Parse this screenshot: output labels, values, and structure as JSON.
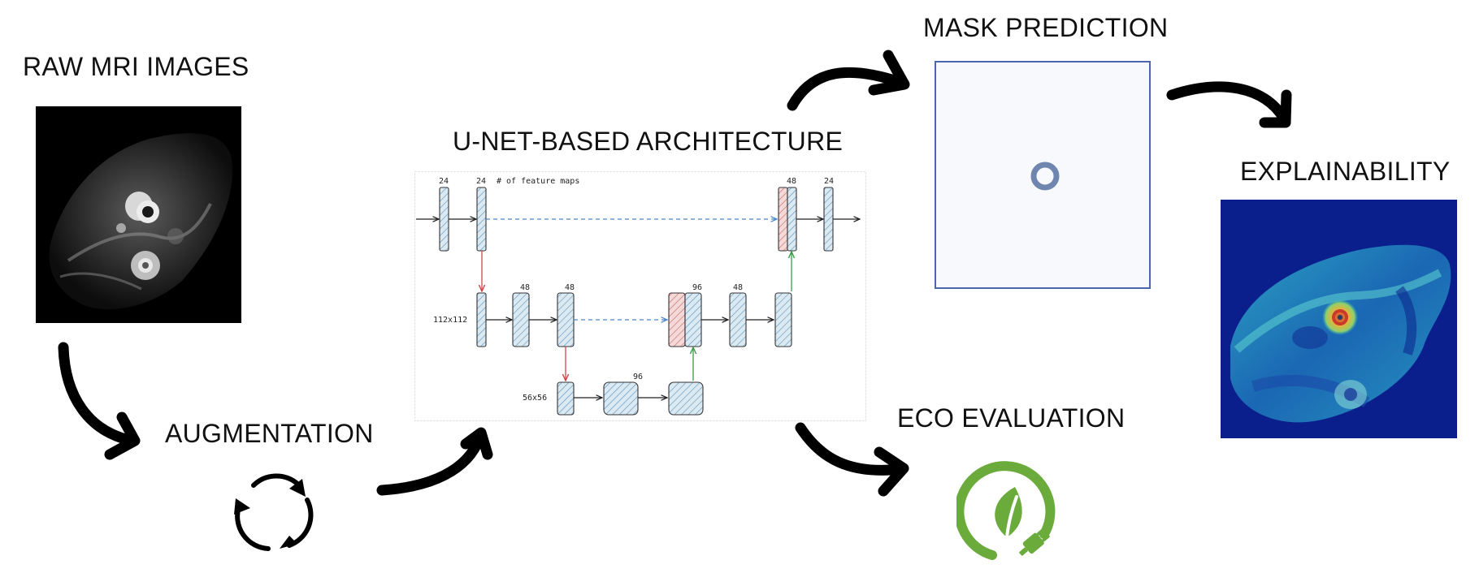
{
  "stages": {
    "raw": "RAW MRI IMAGES",
    "augmentation": "AUGMENTATION",
    "architecture": "U-NET-BASED ARCHITECTURE",
    "mask": "MASK PREDICTION",
    "eco": "ECO EVALUATION",
    "explainability": "EXPLAINABILITY"
  },
  "unet": {
    "legend": "# of feature maps",
    "top_left_a": "24",
    "top_left_b": "24",
    "top_right_a": "48",
    "top_right_b": "24",
    "mid_a": "48",
    "mid_b": "48",
    "mid_right_a": "96",
    "mid_right_b": "48",
    "bottom_c": "96",
    "res_mid": "112x112",
    "res_bottom": "56x56"
  },
  "colors": {
    "arrow": "#000000",
    "skip": "#4a86c8",
    "down": "#d0444a",
    "up": "#3a9a4a",
    "block_fill": "#dbe9f3",
    "concat_fill": "#f3dad8",
    "mask_border": "#4a66b0",
    "eco_green": "#6aab3c"
  },
  "icons": [
    "cycle-arrows-icon",
    "leaf-plug-icon"
  ]
}
